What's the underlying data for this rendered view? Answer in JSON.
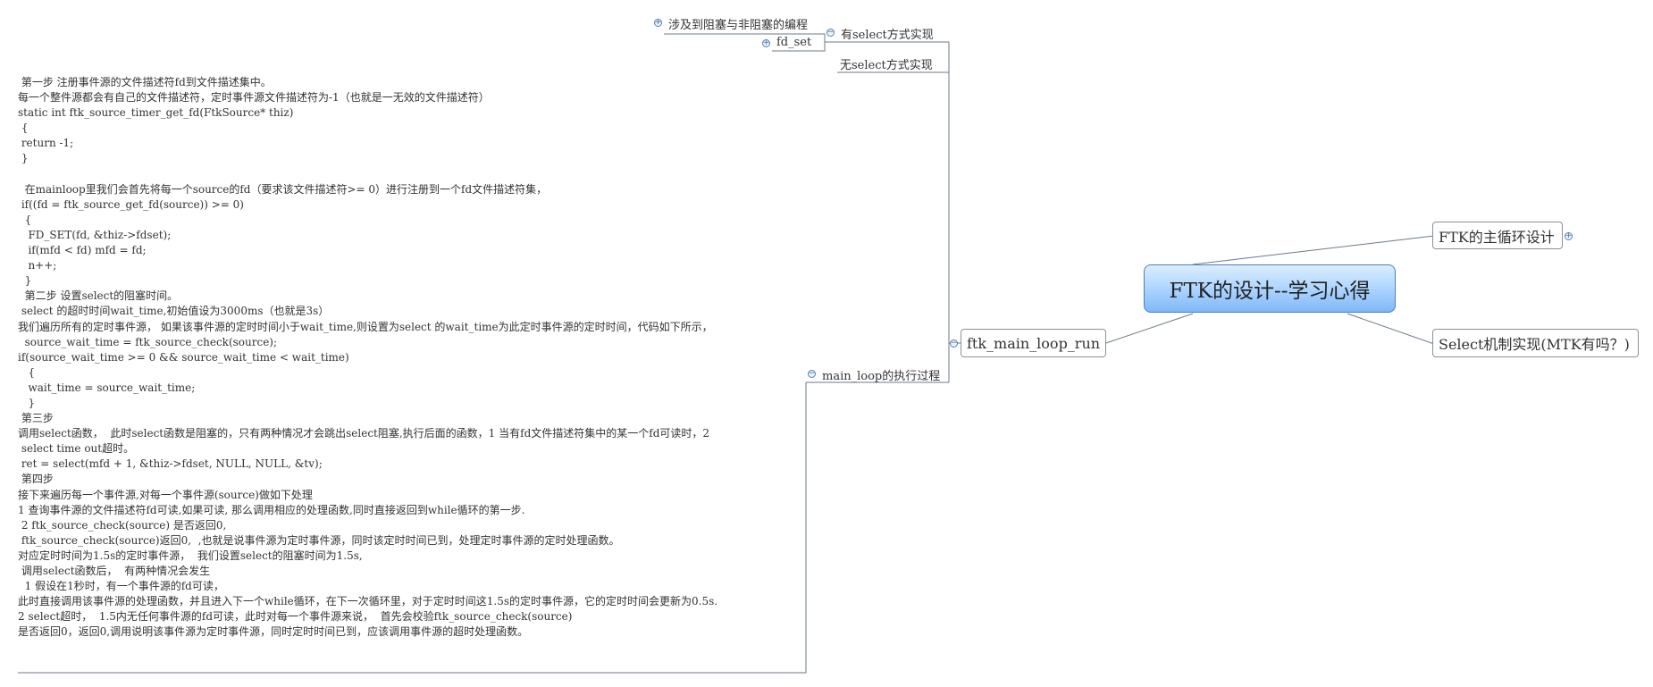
{
  "central": {
    "title": "FTK的设计--学习心得"
  },
  "main_topics": {
    "main_loop_design": "FTK的主循环设计",
    "select_impl": "Select机制实现(MTK有吗？)",
    "main_loop_run": "ftk_main_loop_run"
  },
  "subtopics": {
    "blocking_programming": "涉及到阻塞与非阻塞的编程",
    "fd_set": "fd_set",
    "with_select": "有select方式实现",
    "without_select": "无select方式实现",
    "main_loop_process": "main_loop的执行过程"
  },
  "toggles": {
    "expand": "+",
    "collapse": "−"
  },
  "note_lines": [
    " 第一步 注册事件源的文件描述符fd到文件描述集中。",
    "每一个整件源都会有自己的文件描述符，定时事件源文件描述符为-1（也就是一无效的文件描述符）",
    "static int ftk_source_timer_get_fd(FtkSource* thiz)",
    " {",
    " return -1;",
    " }",
    "",
    "  在mainloop里我们会首先将每一个source的fd（要求该文件描述符>= 0）进行注册到一个fd文件描述符集，",
    " if((fd = ftk_source_get_fd(source)) >= 0)",
    "  {",
    "   FD_SET(fd, &thiz->fdset);",
    "   if(mfd < fd) mfd = fd;",
    "   n++;",
    "  }",
    "  第二步 设置select的阻塞时间。",
    " select 的超时时间wait_time,初始值设为3000ms（也就是3s）",
    "我们遍历所有的定时事件源， 如果该事件源的定时时间小于wait_time,则设置为select 的wait_time为此定时事件源的定时时间，代码如下所示，",
    "  source_wait_time = ftk_source_check(source);",
    "if(source_wait_time >= 0 && source_wait_time < wait_time)",
    "   {",
    "   wait_time = source_wait_time;",
    "   }",
    " 第三步",
    "调用select函数，  此时select函数是阻塞的，只有两种情况才会跳出select阻塞,执行后面的函数，1 当有fd文件描述符集中的某一个fd可读时，2",
    " select time out超时。",
    " ret = select(mfd + 1, &thiz->fdset, NULL, NULL, &tv);",
    " 第四步",
    "接下来遍历每一个事件源,对每一个事件源(source)做如下处理",
    "1 查询事件源的文件描述符fd可读,如果可读, 那么调用相应的处理函数,同时直接返回到while循环的第一步.",
    " 2 ftk_source_check(source) 是否返回0,",
    " ftk_source_check(source)返回0,  ,也就是说事件源为定时事件源，同时该定时时间已到，处理定时事件源的定时处理函数。",
    "对应定时时间为1.5s的定时事件源，  我们设置select的阻塞时间为1.5s,",
    " 调用select函数后，  有两种情况会发生",
    "  1 假设在1秒时，有一个事件源的fd可读，",
    "此时直接调用该事件源的处理函数，并且进入下一个while循环，在下一次循环里，对于定时时间这1.5s的定时事件源，它的定时时间会更新为0.5s.",
    "2 select超时，  1.5内无任何事件源的fd可读，此时对每一个事件源来说，  首先会校验ftk_source_check(source)",
    "是否返回0，返回0,调用说明该事件源为定时事件源，同时定时时间已到，应该调用事件源的超时处理函数。"
  ]
}
